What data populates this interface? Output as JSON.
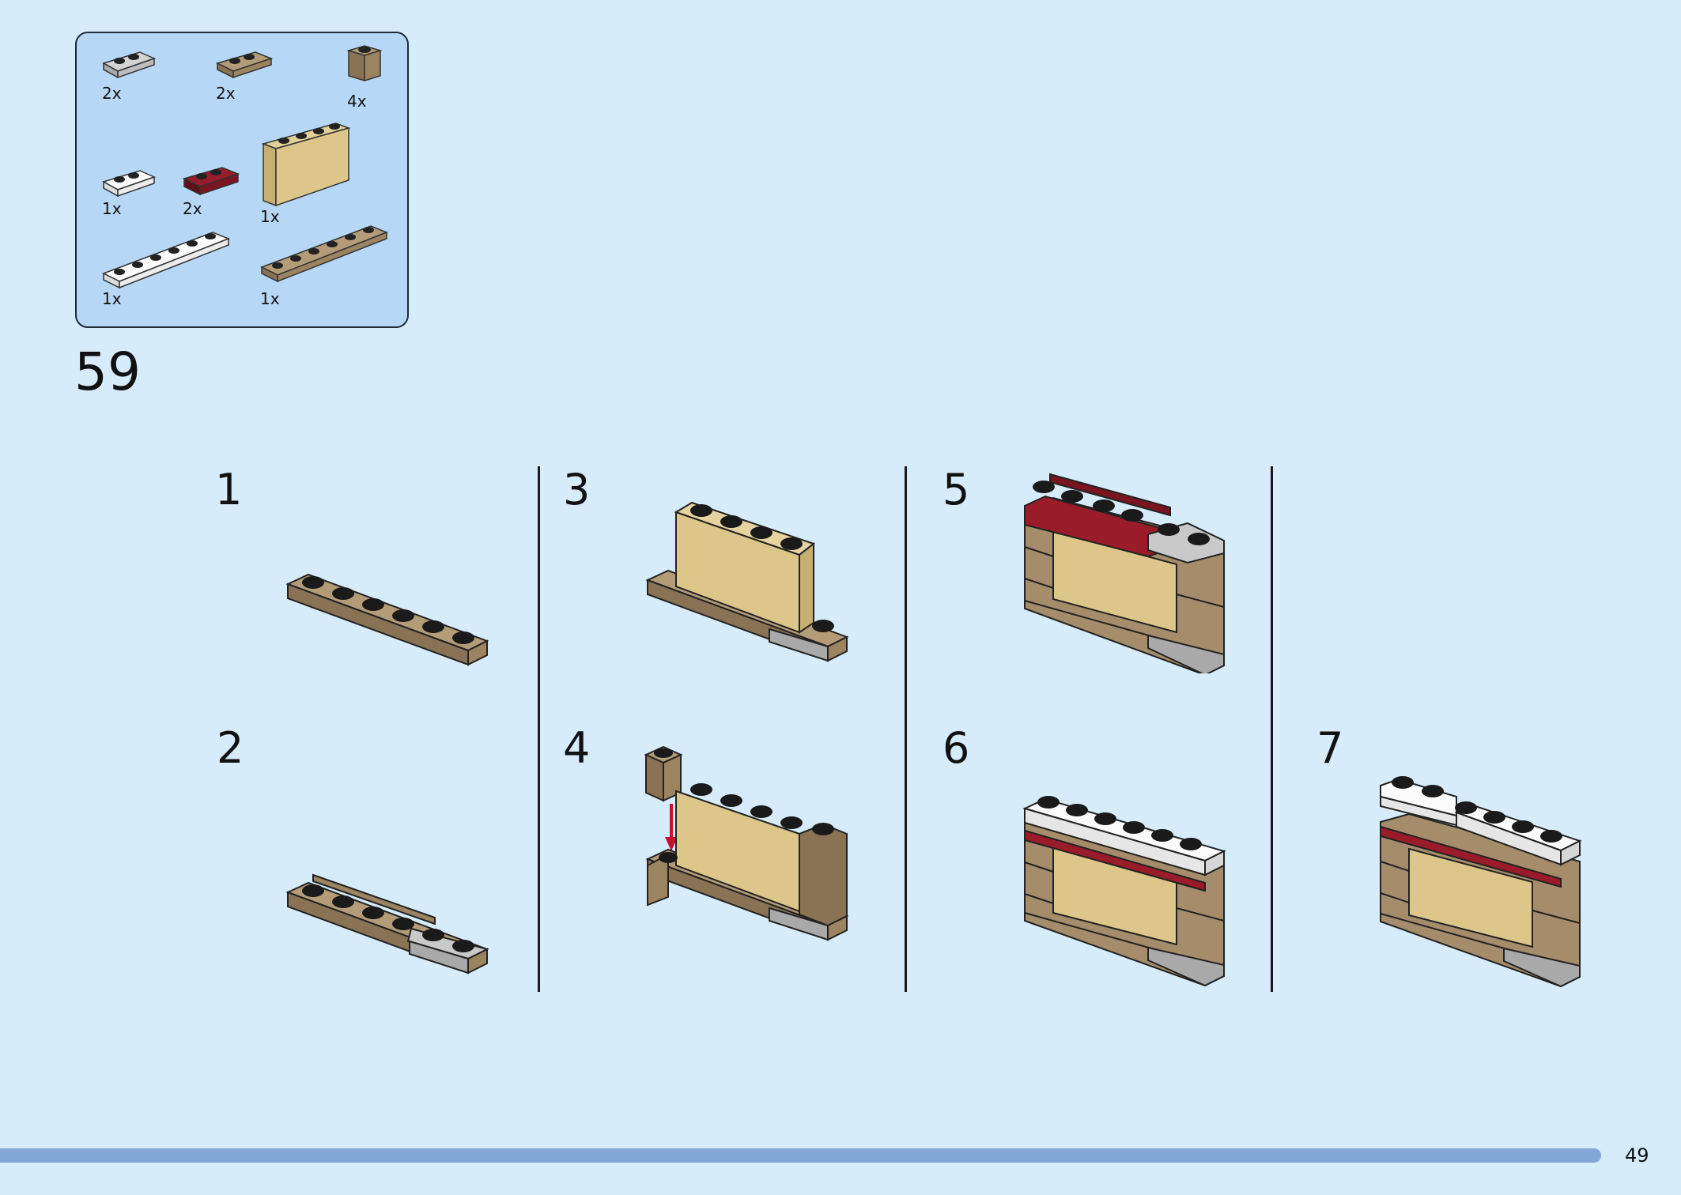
{
  "parts": [
    {
      "id": "plate-1x2-grey",
      "qty": "2x",
      "color": "#c2c2c2"
    },
    {
      "id": "plate-1x2-rail-tan",
      "qty": "2x",
      "color": "#a58c6a"
    },
    {
      "id": "brick-1x1-tan",
      "qty": "4x",
      "color": "#a58c6a"
    },
    {
      "id": "plate-1x2-white",
      "qty": "1x",
      "color": "#f6f6f6"
    },
    {
      "id": "plate-1x2-rail-darkred",
      "qty": "2x",
      "color": "#7a1420"
    },
    {
      "id": "panel-1x4x3-beige",
      "qty": "1x",
      "color": "#dcc68a"
    },
    {
      "id": "plate-1x6-white",
      "qty": "1x",
      "color": "#f6f6f6"
    },
    {
      "id": "plate-1x6-tan",
      "qty": "1x",
      "color": "#a58c6a"
    }
  ],
  "step": {
    "number": "59"
  },
  "substeps": [
    "1",
    "2",
    "3",
    "4",
    "5",
    "6",
    "7"
  ],
  "footer": {
    "page_number": "49"
  },
  "colors": {
    "background": "#d6ecfb",
    "parts_box": "#b6d8f6",
    "progress_bar": "#82a7d6",
    "arrow": "#c8102e"
  }
}
